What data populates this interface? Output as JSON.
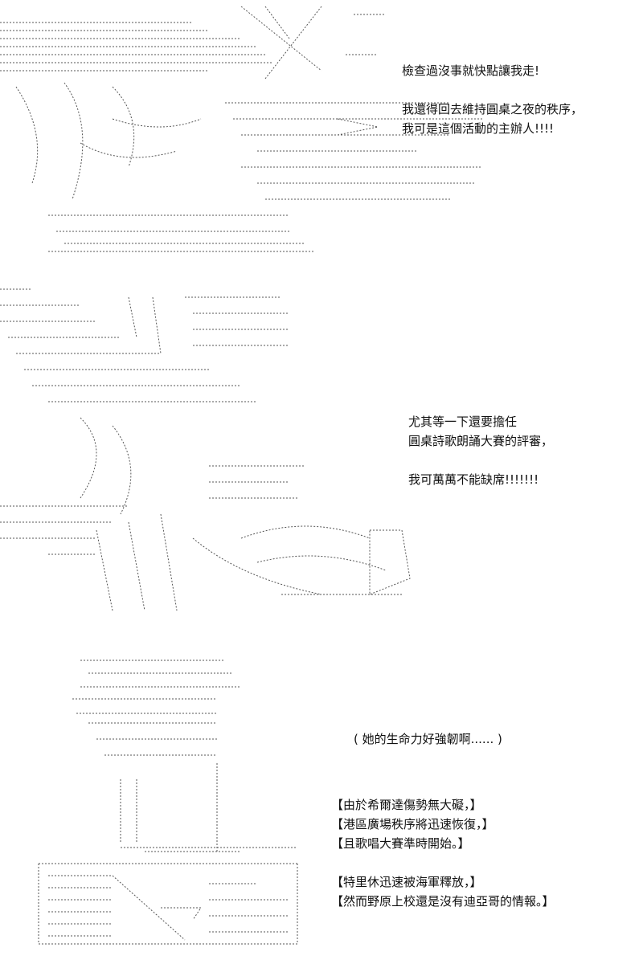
{
  "panel1": {
    "lines": [
      "檢查過沒事就快點讓我走!",
      "",
      "我還得回去維持圓桌之夜的秩序，",
      "我可是這個活動的主辦人!!!!"
    ]
  },
  "panel2": {
    "lines": [
      "尤其等一下還要擔任",
      "圓桌詩歌朗誦大賽的評審，",
      "",
      "我可萬萬不能缺席!!!!!!!"
    ]
  },
  "panel3": {
    "thought": "( 她的生命力好強韌啊...... )",
    "narration": [
      "【由於希爾達傷勢無大礙，】",
      "【港區廣場秩序將迅速恢復，】",
      "【且歌唱大賽準時開始。】",
      "",
      "【特里休迅速被海軍釋放，】",
      "【然而野原上校還是沒有迪亞哥的情報。】"
    ]
  }
}
